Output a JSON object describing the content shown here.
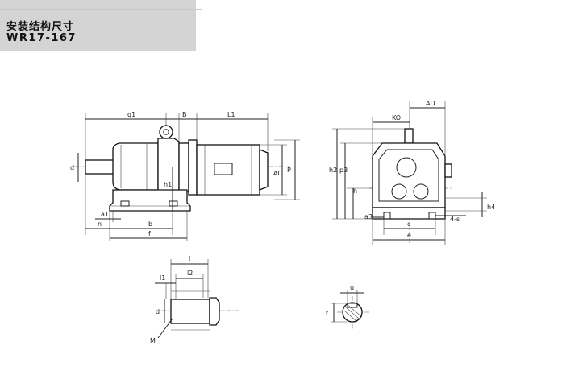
{
  "header": {
    "title": "安装结构尺寸",
    "model": "WR17-167"
  },
  "side_view": {
    "labels": {
      "q1": "q1",
      "B": "B",
      "L1": "L1",
      "d": "d",
      "h1": "h1",
      "AC": "AC",
      "P": "P",
      "a1": "a1",
      "n": "n",
      "b": "b",
      "f": "f"
    }
  },
  "end_view": {
    "labels": {
      "AD": "AD",
      "KO": "KO",
      "h2": "h2",
      "p3": "p3",
      "h": "h",
      "a3": "a3",
      "c": "c",
      "e": "e",
      "s": "4-s",
      "h4": "h4"
    }
  },
  "shaft_detail": {
    "labels": {
      "l": "l",
      "l1": "l1",
      "l2": "l2",
      "d": "d",
      "M": "M"
    }
  },
  "shaft_section": {
    "labels": {
      "u": "u",
      "t": "t"
    }
  }
}
